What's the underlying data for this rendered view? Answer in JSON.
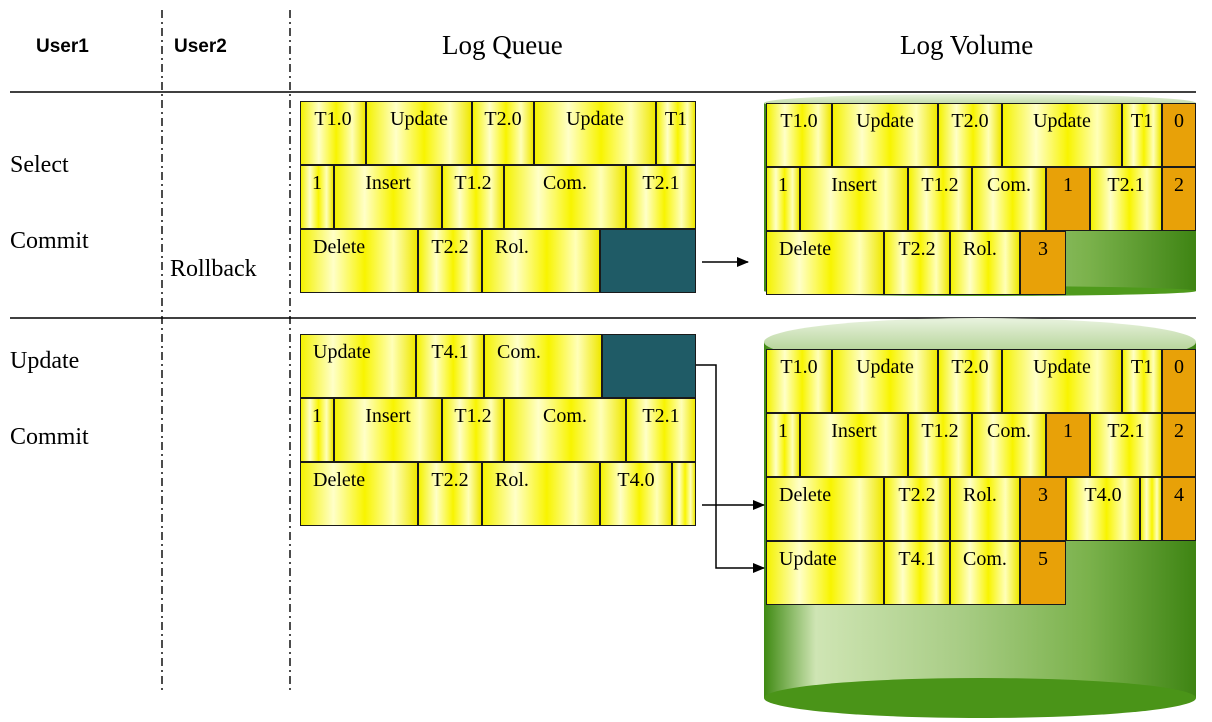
{
  "headers": {
    "user1": "User1",
    "user2": "User2",
    "log_queue": "Log Queue",
    "log_volume": "Log Volume"
  },
  "actions": {
    "user1_top": [
      "Select",
      "Commit"
    ],
    "user2_top": "Rollback",
    "user1_bottom": [
      "Update",
      "Commit"
    ]
  },
  "queue_top": {
    "row1": [
      "T1.0",
      "Update",
      "T2.0",
      "Update",
      "T1"
    ],
    "row2": [
      "1",
      "Insert",
      "T1.2",
      "Com.",
      "T2.1"
    ],
    "row3": [
      "Delete",
      "T2.2",
      "Rol."
    ]
  },
  "queue_bottom": {
    "row1": [
      "Update",
      "T4.1",
      "Com."
    ],
    "row2": [
      "1",
      "Insert",
      "T1.2",
      "Com.",
      "T2.1"
    ],
    "row3": [
      "Delete",
      "T2.2",
      "Rol.",
      "T4.0",
      ""
    ]
  },
  "volume_top": {
    "row1": [
      "T1.0",
      "Update",
      "T2.0",
      "Update",
      "T1",
      "0"
    ],
    "row2": [
      "1",
      "Insert",
      "T1.2",
      "Com.",
      "1",
      "T2.1",
      "2"
    ],
    "row3": [
      "Delete",
      "T2.2",
      "Rol.",
      "3"
    ]
  },
  "volume_bottom": {
    "row1": [
      "T1.0",
      "Update",
      "T2.0",
      "Update",
      "T1",
      "0"
    ],
    "row2": [
      "1",
      "Insert",
      "T1.2",
      "Com.",
      "1",
      "T2.1",
      "2"
    ],
    "row3": [
      "Delete",
      "T2.2",
      "Rol.",
      "3",
      "T4.0",
      "",
      "4"
    ],
    "row4": [
      "Update",
      "T4.1",
      "Com.",
      "5"
    ]
  },
  "colors": {
    "cell_yellow": "#f4f200",
    "page_number_orange": "#e8a108",
    "free_space_teal": "#1f5b66",
    "cylinder_green": "#4f9a1c"
  }
}
